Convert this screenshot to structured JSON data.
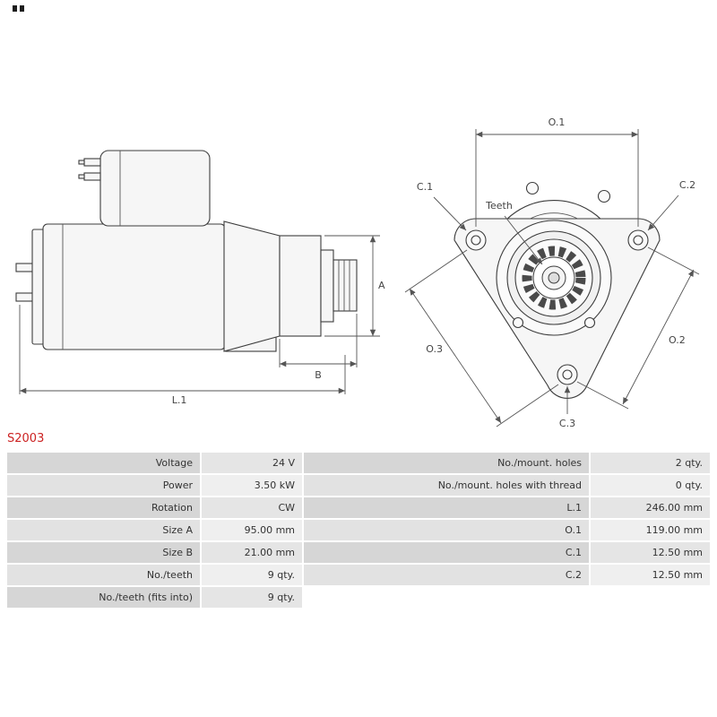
{
  "part_number": "S2003",
  "accent_color": "#cc2222",
  "diagram": {
    "labels": {
      "o1": "O.1",
      "o2": "O.2",
      "o3": "O.3",
      "c1": "C.1",
      "c2": "C.2",
      "c3": "C.3",
      "l1": "L.1",
      "a": "A",
      "b": "B",
      "teeth": "Teeth"
    }
  },
  "spec_table": {
    "left": [
      {
        "label": "Voltage",
        "value": "24 V"
      },
      {
        "label": "Power",
        "value": "3.50 kW"
      },
      {
        "label": "Rotation",
        "value": "CW"
      },
      {
        "label": "Size A",
        "value": "95.00 mm"
      },
      {
        "label": "Size B",
        "value": "21.00 mm"
      },
      {
        "label": "No./teeth",
        "value": "9 qty."
      },
      {
        "label": "No./teeth (fits into)",
        "value": "9 qty."
      }
    ],
    "right": [
      {
        "label": "No./mount. holes",
        "value": "2 qty."
      },
      {
        "label": "No./mount. holes with thread",
        "value": "0 qty."
      },
      {
        "label": "L.1",
        "value": "246.00 mm"
      },
      {
        "label": "O.1",
        "value": "119.00 mm"
      },
      {
        "label": "C.1",
        "value": "12.50 mm"
      },
      {
        "label": "C.2",
        "value": "12.50 mm"
      }
    ]
  }
}
